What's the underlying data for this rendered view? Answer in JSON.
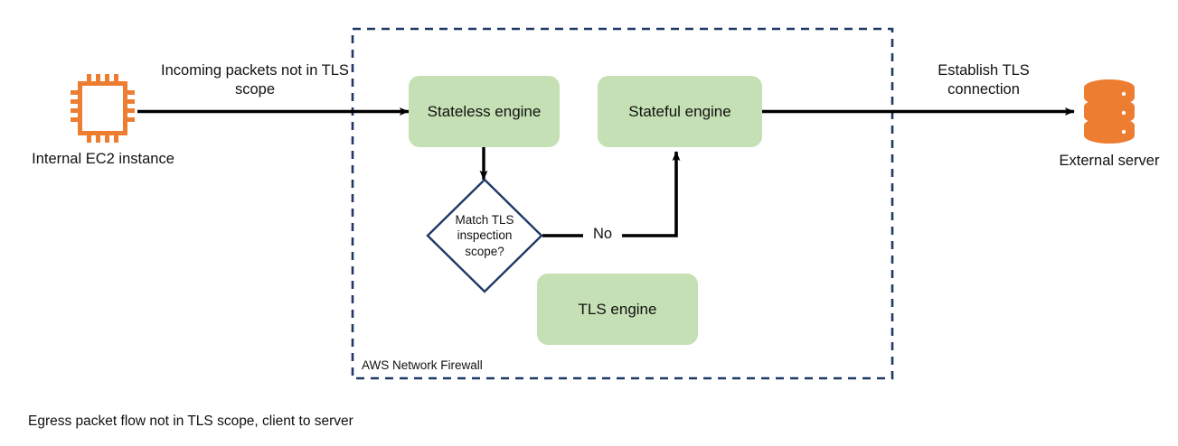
{
  "figure": {
    "caption": "Egress packet flow not in TLS scope, client to server",
    "colors": {
      "engine_fill": "#c5e0b4",
      "boundary_stroke": "#1f3864",
      "aws_orange": "#ed7d31",
      "arrow_stroke": "#000000"
    }
  },
  "container": {
    "label": "AWS Network Firewall"
  },
  "left_actor": {
    "caption": "Internal EC2 instance",
    "icon": "ec2-chip-icon"
  },
  "right_actor": {
    "caption": "External server",
    "icon": "database-server-icon"
  },
  "nodes": {
    "stateless_engine": {
      "label": "Stateless engine"
    },
    "stateful_engine": {
      "label": "Stateful engine"
    },
    "tls_engine": {
      "label": "TLS engine"
    },
    "decision": {
      "line1": "Match TLS",
      "line2": "inspection",
      "line3": "scope?"
    }
  },
  "edges": {
    "incoming": {
      "line1": "Incoming packets not in TLS",
      "line2": "scope"
    },
    "no_branch": {
      "label": "No"
    },
    "establish": {
      "line1": "Establish TLS",
      "line2": "connection"
    }
  }
}
